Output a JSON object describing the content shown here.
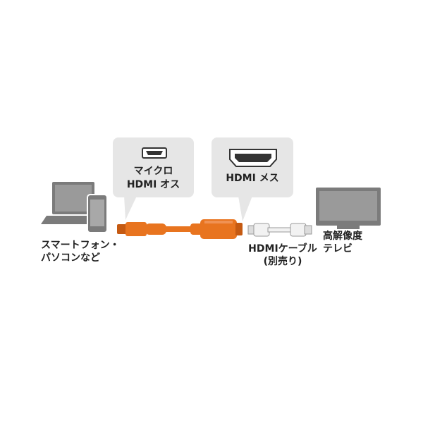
{
  "bubbles": {
    "micro": {
      "line1": "マイクロ",
      "line2": "HDMI オス",
      "icon": "micro-hdmi-port-icon"
    },
    "hdmi_female": {
      "text": "HDMI メス",
      "icon": "hdmi-port-icon"
    }
  },
  "labels": {
    "smartphone_pc": {
      "line1": "スマートフォン・",
      "line2": "パソコンなど"
    },
    "hdmi_cable": {
      "line1": "HDMIケーブル",
      "line2": "(別売り)"
    },
    "tv": {
      "line1": "高解像度",
      "line2": "テレビ"
    }
  },
  "colors": {
    "cable_orange": "#e8741f",
    "bubble_gray": "#e6e6e6",
    "device_gray": "#7b7b7b",
    "cable_white": "#f2f2f2"
  }
}
